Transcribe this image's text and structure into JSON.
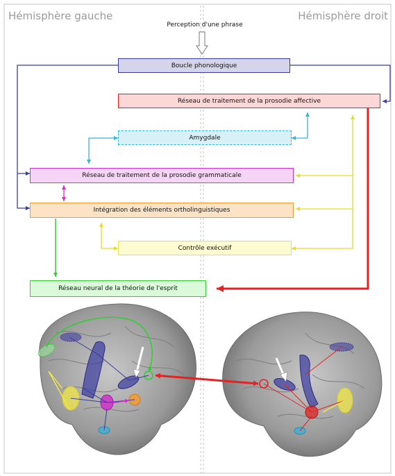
{
  "header": {
    "left_hemisphere": "Hémisphère gauche",
    "right_hemisphere": "Hémisphère droit",
    "input": "Perception d'une phrase"
  },
  "nodes": {
    "boucle": {
      "label": "Boucle phonologique",
      "fill": "#d4d4ea",
      "stroke": "#3b3b9e"
    },
    "prosodie_affective": {
      "label": "Réseau de traitement de la prosodie affective",
      "fill": "#fbd7d7",
      "stroke": "#e02424"
    },
    "amygdale": {
      "label": "Amygdale",
      "fill": "#d8f1f8",
      "stroke": "#33b4dc"
    },
    "prosodie_grammaticale": {
      "label": "Réseau de traitement de la prosodie grammaticale",
      "fill": "#f6d4f6",
      "stroke": "#cc33cc"
    },
    "integration": {
      "label": "Intégration des éléments ortholinguistiques",
      "fill": "#fde3c6",
      "stroke": "#f29b33"
    },
    "controle": {
      "label": "Contrôle exécutif",
      "fill": "#fdfbd2",
      "stroke": "#e8e04a"
    },
    "theorie_esprit": {
      "label": "Réseau neural de la théorie de l'esprit",
      "fill": "#dafada",
      "stroke": "#33cc33"
    }
  },
  "colors": {
    "blue": "#3b3b9e",
    "red": "#e02424",
    "cyan": "#33b4dc",
    "magenta": "#cc33cc",
    "orange": "#f29b33",
    "yellow": "#f0e84a",
    "green": "#33cc33",
    "brain": "#9e9e9e",
    "divider": "#bbbbbb"
  }
}
